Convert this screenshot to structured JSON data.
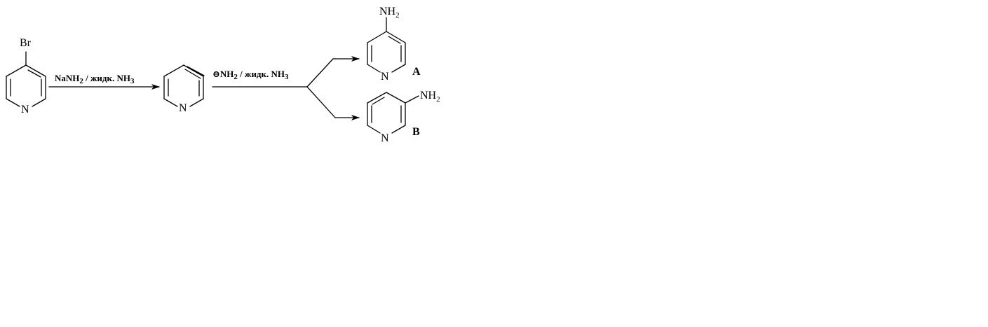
{
  "reactant": {
    "substituent": "Br",
    "ring_atom": "N"
  },
  "intermediate": {
    "ring_atom": "N"
  },
  "arrow1": {
    "reagent_main": "NaNH",
    "reagent_sub": "2",
    "reagent_rest": " / жидк. NH",
    "reagent_sub2": "3"
  },
  "arrow2": {
    "charge": "⊖",
    "reagent_main": "NH",
    "reagent_sub": "2",
    "reagent_rest": " / жидк. NH",
    "reagent_sub2": "3"
  },
  "product_a": {
    "group_main": "NH",
    "group_sub": "2",
    "ring_atom": "N",
    "label": "A"
  },
  "product_b": {
    "group_main": "NH",
    "group_sub": "2",
    "ring_atom": "N",
    "label": "B"
  }
}
